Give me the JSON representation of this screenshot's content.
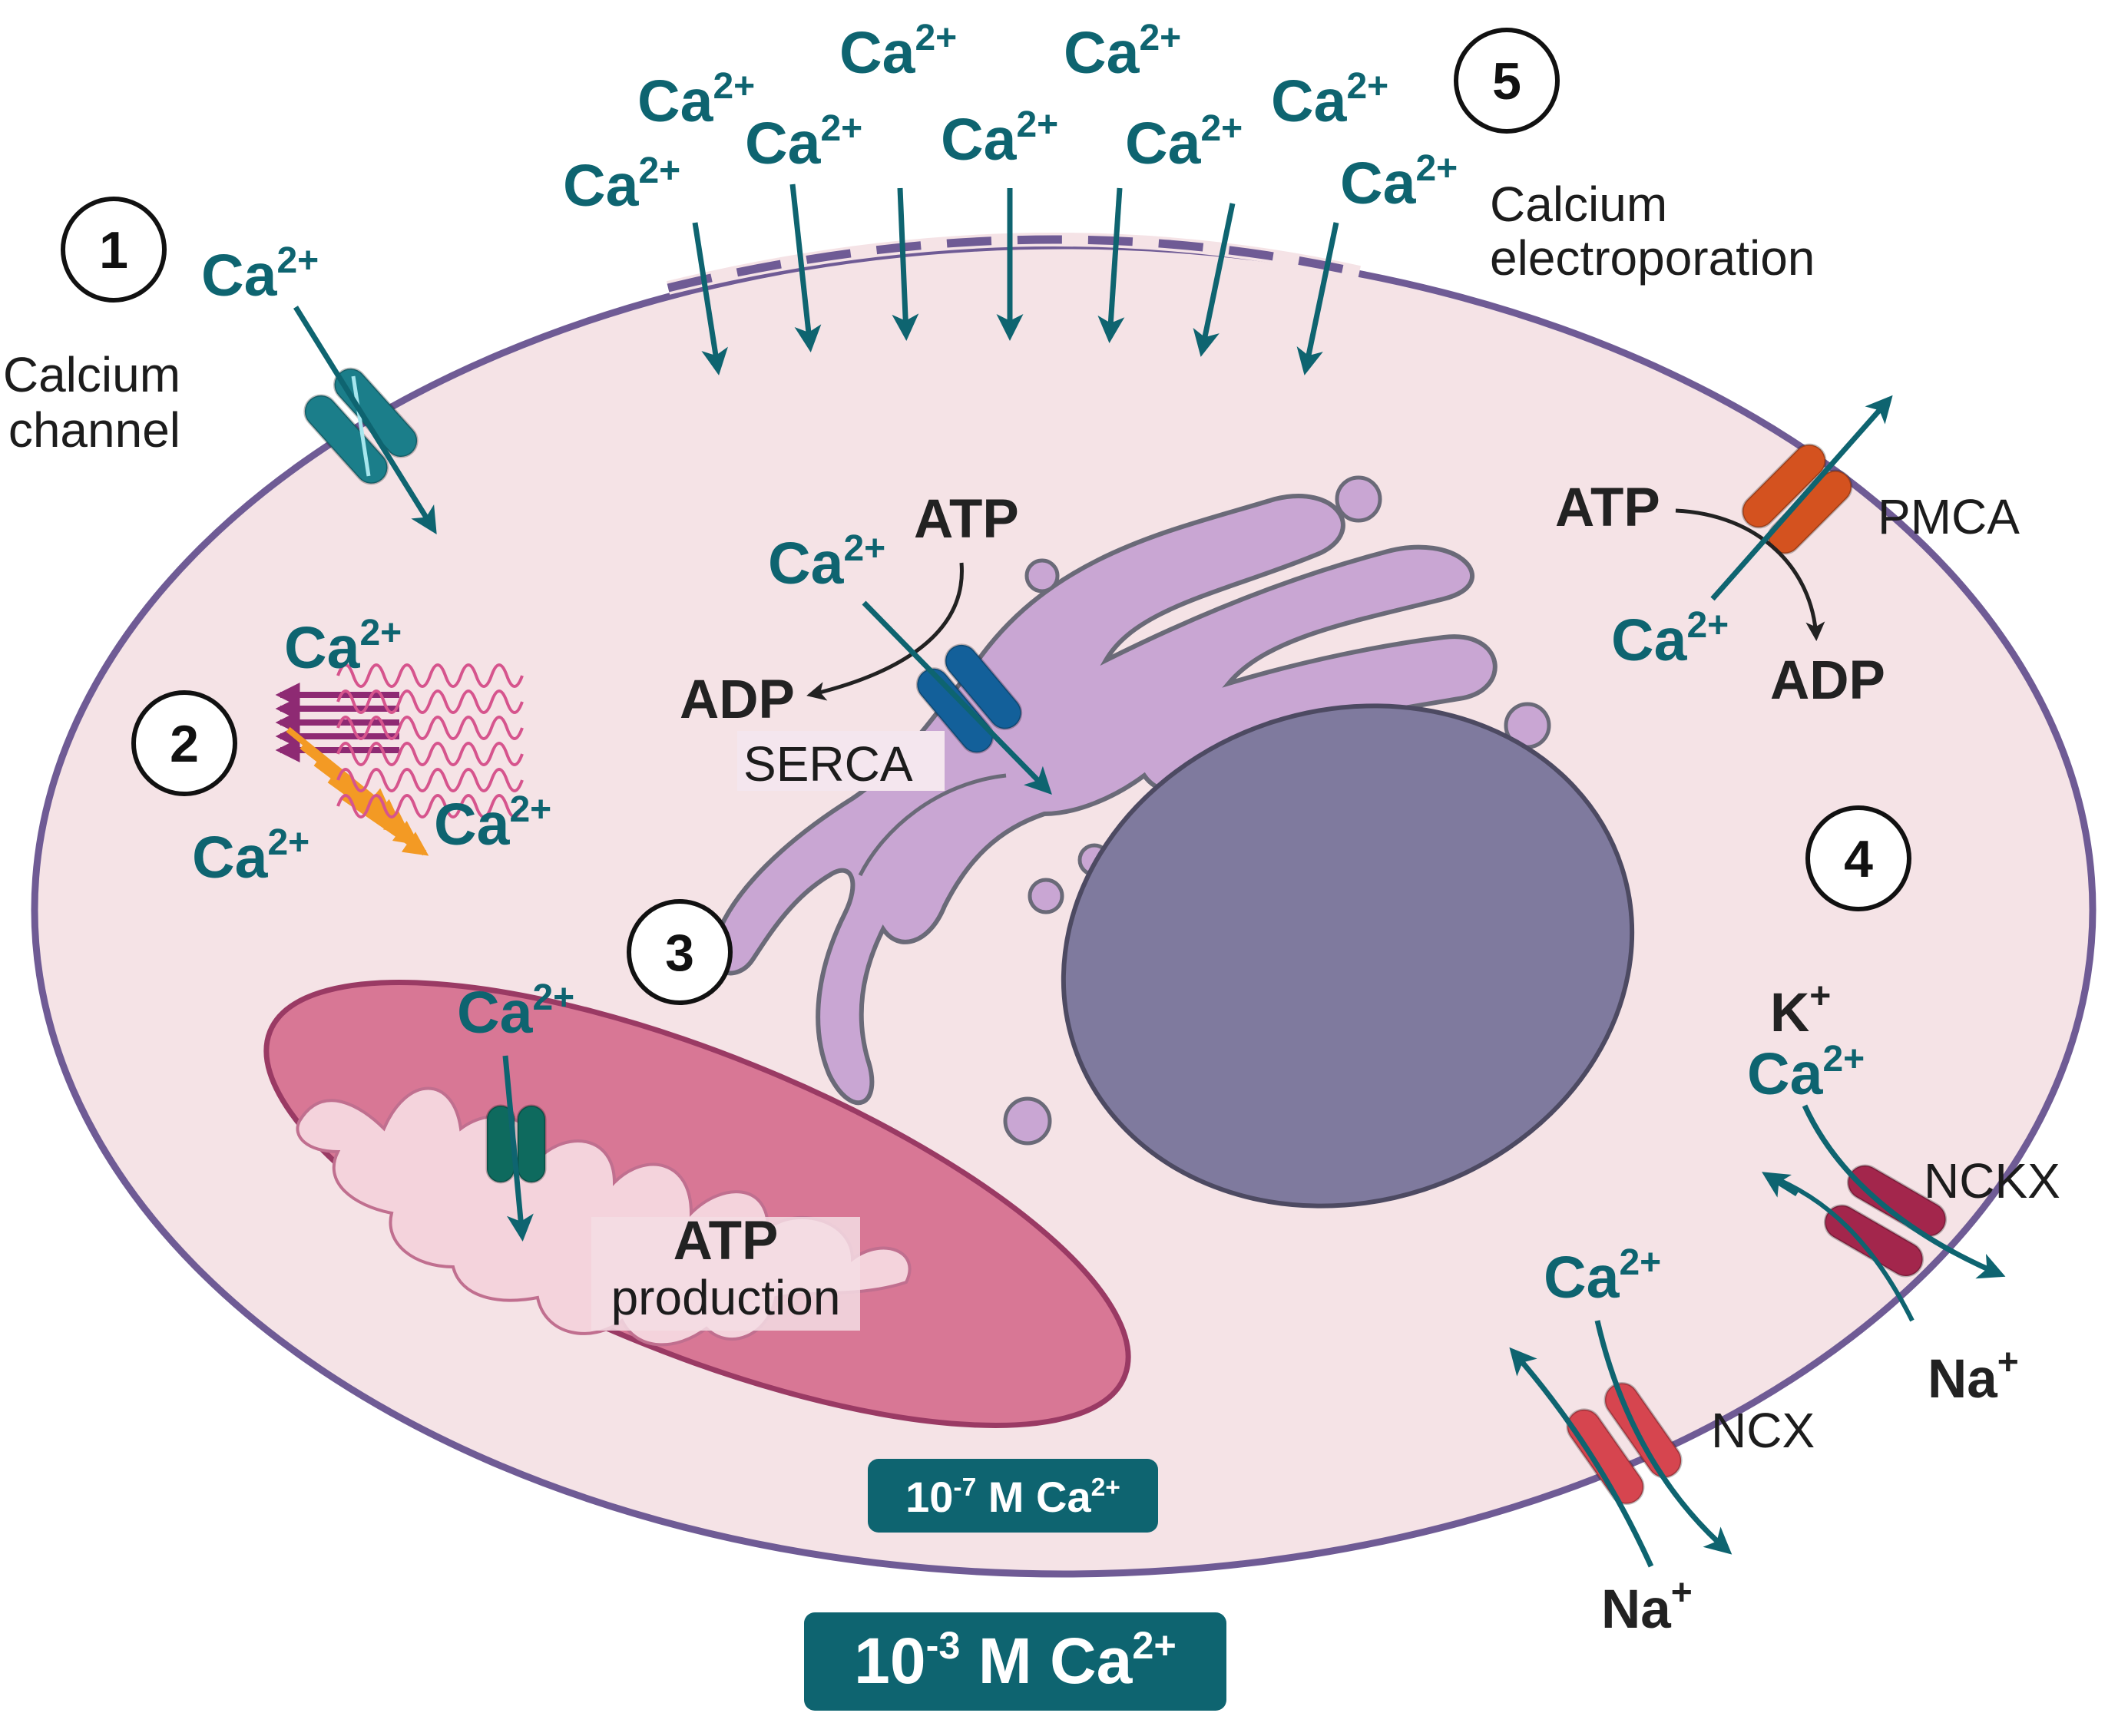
{
  "colors": {
    "cytoplasm": "#f5e3e6",
    "membrane": "#6f5b95",
    "teal": "#0e6470",
    "er": "#c9a6d3",
    "nucleus": "#7f7a9e",
    "mitochondrion": "#d87795",
    "pmca": "#d4521f",
    "nckx": "#a3264c",
    "ncx": "#d6454f",
    "serca": "#13609a"
  },
  "ion": {
    "ca": "Ca",
    "ca_charge": "2+",
    "k": "K",
    "na": "Na",
    "plus": "+"
  },
  "steps": [
    "1",
    "2",
    "3",
    "4",
    "5"
  ],
  "labels": {
    "calcium_channel_line1": "Calcium",
    "calcium_channel_line2": "channel",
    "electroporation_line1": "Calcium",
    "electroporation_line2": "electroporation",
    "atp": "ATP",
    "adp": "ADP",
    "serca": "SERCA",
    "pmca": "PMCA",
    "nckx": "NCKX",
    "ncx": "NCX",
    "atp_production_line1": "ATP",
    "atp_production_line2": "production"
  },
  "concentration": {
    "intracellular_base": "10",
    "intracellular_exp": "-7",
    "extracellular_base": "10",
    "extracellular_exp": "-3",
    "unit": " M Ca"
  }
}
